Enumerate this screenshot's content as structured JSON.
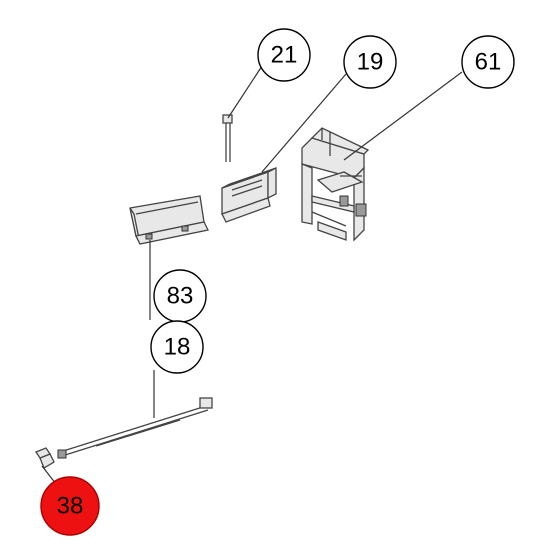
{
  "callouts": {
    "c21": "21",
    "c19": "19",
    "c61": "61",
    "c83": "83",
    "c18": "18",
    "c38": "38"
  },
  "highlight_color": "#ee1111"
}
